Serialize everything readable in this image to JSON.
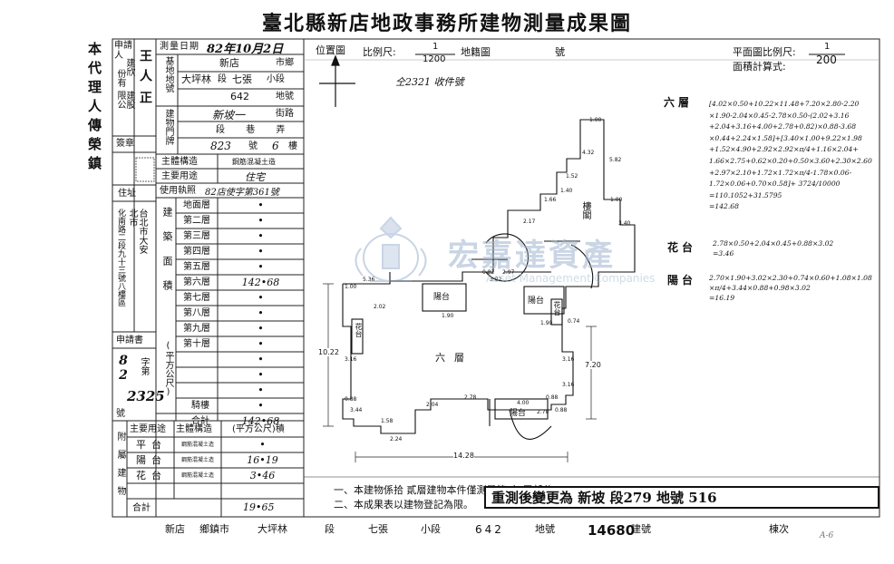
{
  "title": "臺北縣新店地政事務所建物測量成果圖",
  "side_label": "本代理人傳榮鎮",
  "applicant": {
    "header": "申請人",
    "name_chars": [
      "王",
      "人",
      "正"
    ],
    "company_lines": [
      "建欣",
      "份有",
      "限公",
      "建股"
    ],
    "seal_label": "簽章",
    "address_label": "住址",
    "address_lines": [
      "台北市大安",
      "北市",
      "化南路二段九十三號八樓區"
    ]
  },
  "survey": {
    "date_label": "測量日期",
    "date_value": "82年10月2日",
    "base_label": "基地地號",
    "township": "新店",
    "township_unit": "市鄉",
    "section": "大坪林",
    "section_unit": "段",
    "subsection": "七張",
    "subsection_unit": "小段",
    "lot_no": "642",
    "lot_unit": "地號",
    "door_label": "建物門牌",
    "street": "新坡一",
    "street_unit": "街路",
    "lane_unit": "段 巷 弄",
    "number": "823",
    "number_unit": "號",
    "floor": "6",
    "floor_unit": "樓"
  },
  "structure": {
    "main_structure_label": "主體構造",
    "main_structure_value": "鋼筋混凝土造",
    "main_use_label": "主要用途",
    "main_use_value": "住宅",
    "permit_label": "使用執照",
    "permit_value": "82店使字第361號"
  },
  "floors_label": "建築面積",
  "unit_label": "(平方公尺)",
  "floors": [
    {
      "name": "地面層",
      "value": "•"
    },
    {
      "name": "第二層",
      "value": "•"
    },
    {
      "name": "第三層",
      "value": "•"
    },
    {
      "name": "第四層",
      "value": "•"
    },
    {
      "name": "第五層",
      "value": "•"
    },
    {
      "name": "第六層",
      "value": "142•68"
    },
    {
      "name": "第七層",
      "value": "•"
    },
    {
      "name": "第八層",
      "value": "•"
    },
    {
      "name": "第九層",
      "value": "•"
    },
    {
      "name": "第十層",
      "value": "•"
    }
  ],
  "extra_rows": [
    {
      "name": "",
      "value": "•"
    },
    {
      "name": "",
      "value": "•"
    },
    {
      "name": "",
      "value": "•"
    },
    {
      "name": "騎樓",
      "value": "•"
    },
    {
      "name": "合計",
      "value": "142•68"
    }
  ],
  "application": {
    "label": "申請書",
    "year": "82",
    "char": "字第",
    "number": "2325",
    "suffix": "號"
  },
  "annex": {
    "label": "附屬建物",
    "header_use": "主要用途",
    "header_structure": "主體構造",
    "header_area": "(平方公尺)積",
    "rows": [
      {
        "use": "平台",
        "structure": "鋼筋混凝土造",
        "area": "•"
      },
      {
        "use": "陽台",
        "structure": "鋼筋混凝土造",
        "area": "16•19"
      },
      {
        "use": "花台",
        "structure": "鋼筋混凝土造",
        "area": "3•46"
      }
    ],
    "total_label": "合計",
    "total_value": "19•65"
  },
  "plan_header": {
    "location_label": "位置圖",
    "scale_label": "比例尺:",
    "scale_num": "1",
    "scale_den": "1200",
    "map_label": "地籍圖",
    "map_no_label": "號",
    "plan_scale_label": "平面圖比例尺:",
    "plan_scale_num": "1",
    "plan_scale_den": "200",
    "area_formula_label": "面積計算式:",
    "receipt": "仝2321 收件號"
  },
  "calculations": {
    "sixth_label": "六層",
    "sixth_lines": [
      "[4.02×0.50+10.22×11.48+7.20×2.80-2.20",
      "×1.90-2.04×0.45-2.78×0.50-(2.02+3.16",
      "+2.04+3.16+4.00+2.78+0.82)×0.88-3.68",
      "×0.44+2.24×1.58]+[3.40×1.00+9.22×1.98",
      "+1.52×4.90+2.92×2.92×π/4+1.16×2.04+",
      "1.66×2.75+0.62×0.20+0.50×3.60+2.30×2.60",
      "+2.97×2.10+1.72×1.72×π/4-1.78×0.06-",
      "1.72×0.06+0.70×0.58]+ 3724/10000",
      "=110.1052+31.5795",
      "=142.68"
    ],
    "flower_label": "花台",
    "flower_lines": [
      "2.78×0.50+2.04×0.45+0.88×3.02",
      "=3.46"
    ],
    "balcony_label": "陽台",
    "balcony_lines": [
      "2.70×1.90+3.02×2.30+0.74×0.60+1.08×1.08",
      "×π/4+3.44×0.88+0.98×3.02",
      "=16.19"
    ]
  },
  "plan_labels": {
    "floor": "六層",
    "stair": "樓閣",
    "balcony1": "陽台",
    "balcony2": "陽台",
    "balcony3": "陽台",
    "flower1": "花台",
    "flower2": "花台",
    "width_dim": "14.28",
    "height_dim": "10.22",
    "right_dim": "7.20"
  },
  "notes": {
    "note1": "一、本建物係拾 貳層建物本件僅測量第 六 層部分。",
    "note2": "二、本成果表以建物登記為限。",
    "stamp": "重測後變更為 新坡 段279 地號 516"
  },
  "footer": {
    "township": "新店",
    "township_unit": "鄉鎮市",
    "section": "大坪林",
    "section_unit": "段",
    "subsection": "七張",
    "subsection_unit": "小段",
    "lot": "642",
    "lot_unit": "地號",
    "building_no": "14680",
    "building_unit": "建號",
    "sheet_label": "棟次",
    "corner": "A-6"
  },
  "watermark": {
    "text": "宏嘉達資產",
    "sub": "Asset Management Companies"
  }
}
